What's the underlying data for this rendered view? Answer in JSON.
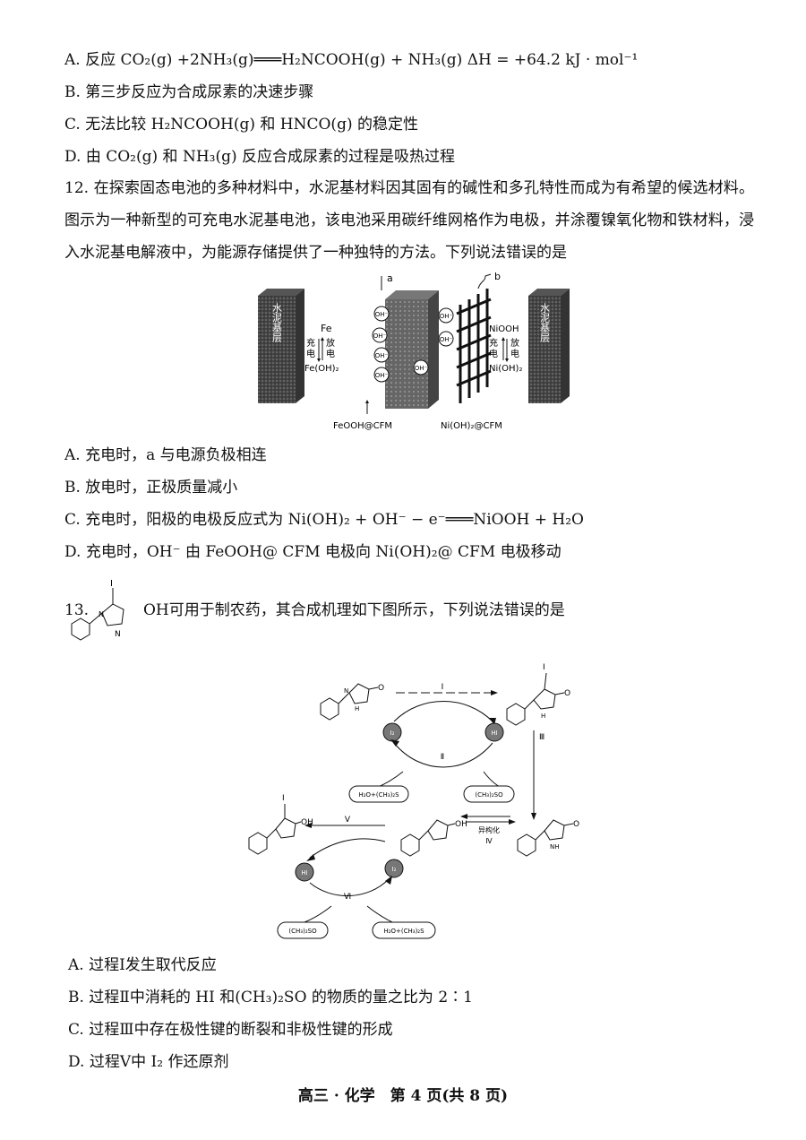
{
  "q11": {
    "optA": "A. 反应 CO₂(g) +2NH₃(g)═══H₂NCOOH(g) + NH₃(g)    ΔH = +64.2 kJ · mol⁻¹",
    "optB": "B. 第三步反应为合成尿素的决速步骤",
    "optC": "C. 无法比较 H₂NCOOH(g) 和 HNCO(g) 的稳定性",
    "optD": "D. 由 CO₂(g) 和 NH₃(g) 反应合成尿素的过程是吸热过程"
  },
  "q12": {
    "stem": "12. 在探索固态电池的多种材料中，水泥基材料因其固有的碱性和多孔特性而成为有希望的候选材料。图示为一种新型的可充电水泥基电池，该电池采用碳纤维网格作为电极，并涂覆镍氧化物和铁材料，浸入水泥基电解液中，为能源存储提供了一种独特的方法。下列说法错误的是",
    "figure": {
      "left_layer": "水泥基层",
      "right_layer": "水泥基层",
      "label_a": "a",
      "label_b": "b",
      "fe": "Fe",
      "charge": "充电",
      "discharge": "放电",
      "feoh2": "Fe(OH)₂",
      "niooh": "NiOOH",
      "nioh2": "Ni(OH)₂",
      "oh": "OH⁻",
      "left_electrode": "FeOOH@CFM",
      "right_electrode": "Ni(OH)₂@CFM"
    },
    "optA": "A. 充电时，a 与电源负极相连",
    "optB": "B. 放电时，正极质量减小",
    "optC": "C. 充电时，阳极的电极反应式为 Ni(OH)₂ + OH⁻ − e⁻═══NiOOH + H₂O",
    "optD": "D. 充电时，OH⁻ 由 FeOOH@ CFM 电极向 Ni(OH)₂@ CFM 电极移动"
  },
  "q13": {
    "num": "13.",
    "stem": "OH可用于制农药，其合成机理如下图所示，下列说法错误的是",
    "mech": {
      "step1": "Ⅰ",
      "step2": "Ⅱ",
      "step3": "Ⅲ",
      "step4": "Ⅳ",
      "step5": "Ⅴ",
      "step6": "Ⅵ",
      "isomer": "异构化",
      "i2": "I₂",
      "hi": "HI",
      "h2o_dms": "H₂O+(CH₃)₂S",
      "dmso": "(CH₃)₂SO",
      "iodo": "I",
      "oxo": "O",
      "hydroxy": "OH",
      "nh": "NH",
      "n": "N",
      "h": "H"
    },
    "optA": "A. 过程Ⅰ发生取代反应",
    "optB": "B. 过程Ⅱ中消耗的 HI 和(CH₃)₂SO 的物质的量之比为 2∶1",
    "optC": "C. 过程Ⅲ中存在极性键的断裂和非极性键的形成",
    "optD": "D. 过程Ⅴ中 I₂ 作还原剂"
  },
  "footer": "高三 · 化学　第 4 页(共 8 页)"
}
